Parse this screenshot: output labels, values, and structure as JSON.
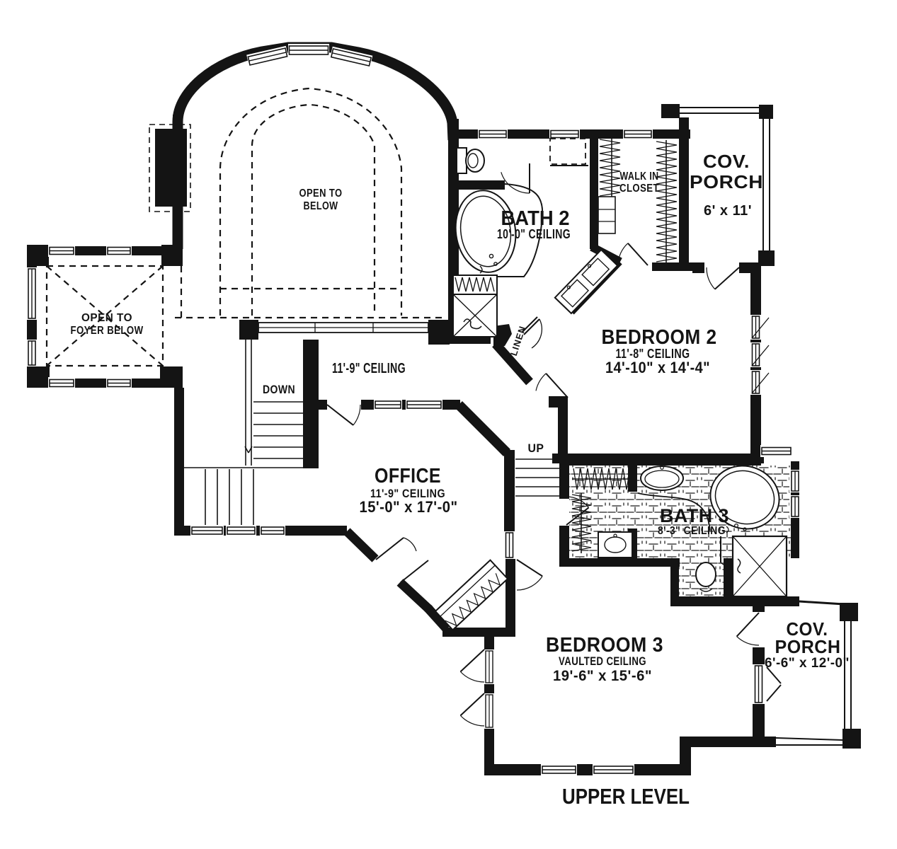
{
  "page": {
    "background": "#ffffff",
    "ink_color": "#141414",
    "plan_title": "UPPER LEVEL"
  },
  "rooms": {
    "open_to_below": {
      "line1": "OPEN TO",
      "line2": "BELOW"
    },
    "open_to_foyer": {
      "line1": "OPEN TO",
      "line2": "FOYER BELOW"
    },
    "bath_2": {
      "name": "BATH 2",
      "ceiling": "10'-0\" CEILING"
    },
    "walk_in_closet": {
      "line1": "WALK IN",
      "line2": "CLOSET"
    },
    "cov_porch_upper": {
      "line1": "COV.",
      "line2": "PORCH",
      "size": "6' x 11'"
    },
    "bedroom_2": {
      "name": "BEDROOM 2",
      "ceiling": "11'-8\" CEILING",
      "size": "14'-10\" x 14'-4\""
    },
    "hall": {
      "ceiling": "11'-9\" CEILING"
    },
    "office": {
      "name": "OFFICE",
      "ceiling": "11'-9\" CEILING",
      "size": "15'-0\" x 17'-0\""
    },
    "bath_3": {
      "name": "BATH 3",
      "ceiling": "8'-3\" CEILING"
    },
    "bedroom_3": {
      "name": "BEDROOM 3",
      "ceiling": "VAULTED CEILING",
      "size": "19'-6\" x 15'-6\""
    },
    "cov_porch_lower": {
      "line1": "COV.",
      "line2": "PORCH",
      "size": "6'-6\" x 12'-0\""
    },
    "linen": {
      "name": "LINEN"
    }
  },
  "stairs": {
    "down_label": "DOWN",
    "up_label": "UP"
  }
}
